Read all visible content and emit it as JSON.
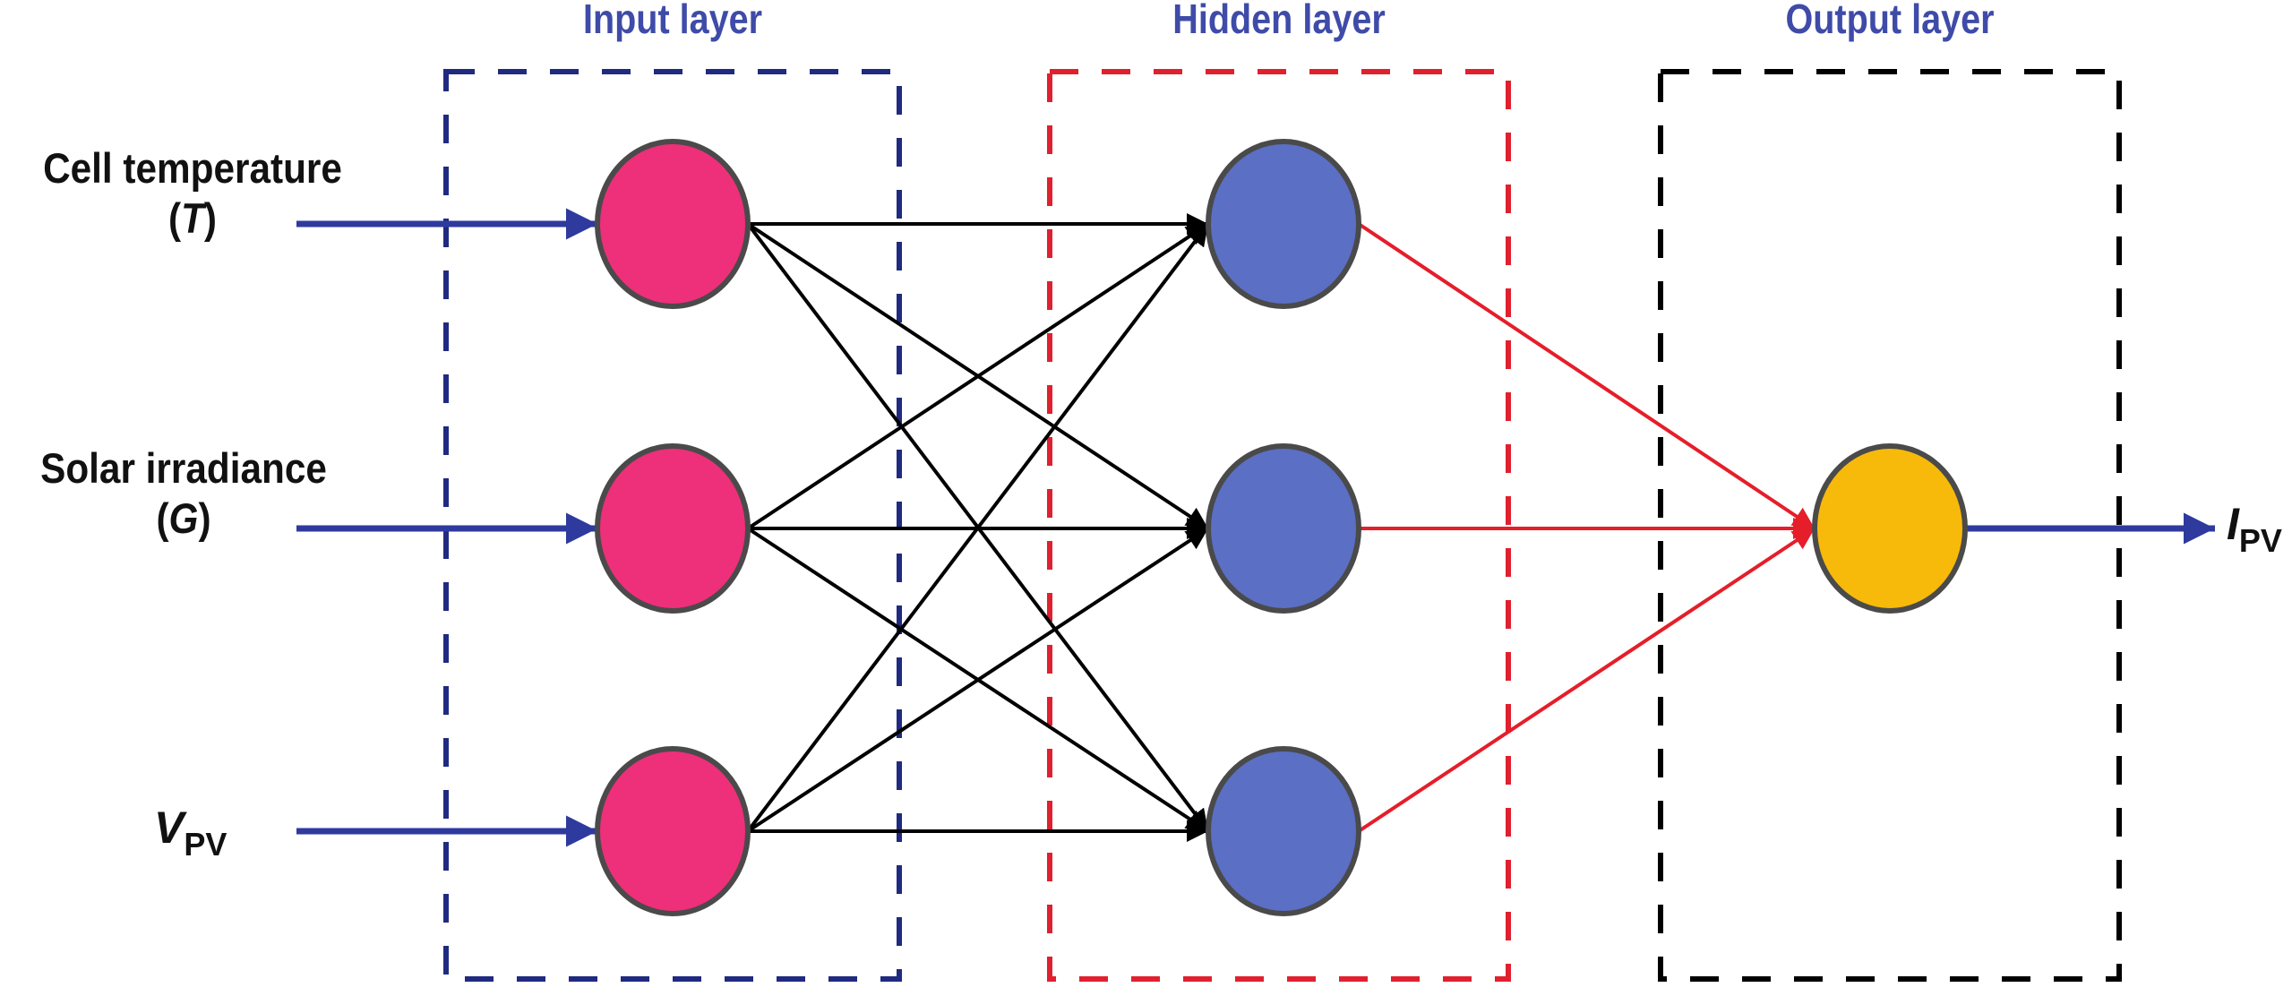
{
  "layers": [
    {
      "title": "Input layer",
      "color": "#1F2A80",
      "node_color": "#EE2F7A",
      "nodes": 3
    },
    {
      "title": "Hidden layer",
      "color": "#E0202E",
      "node_color": "#5B6FC4",
      "nodes": 3
    },
    {
      "title": "Output layer",
      "color": "#000000",
      "node_color": "#F7BA0B",
      "nodes": 1
    }
  ],
  "title_color": "#3F4BA8",
  "inputs": [
    {
      "line1": "Cell temperature",
      "symbol": "T"
    },
    {
      "line1": "Solar irradiance",
      "symbol": "G"
    },
    {
      "symbol": "V",
      "subscript": "PV"
    }
  ],
  "output": {
    "symbol": "I",
    "subscript": "PV"
  },
  "colors": {
    "input_arrow": "#2E3A9E",
    "input_to_hidden_edges": "#000000",
    "hidden_to_output_edges": "#E51E2A",
    "output_arrow": "#2E3A9E",
    "node_border": "#4A4A4A"
  }
}
